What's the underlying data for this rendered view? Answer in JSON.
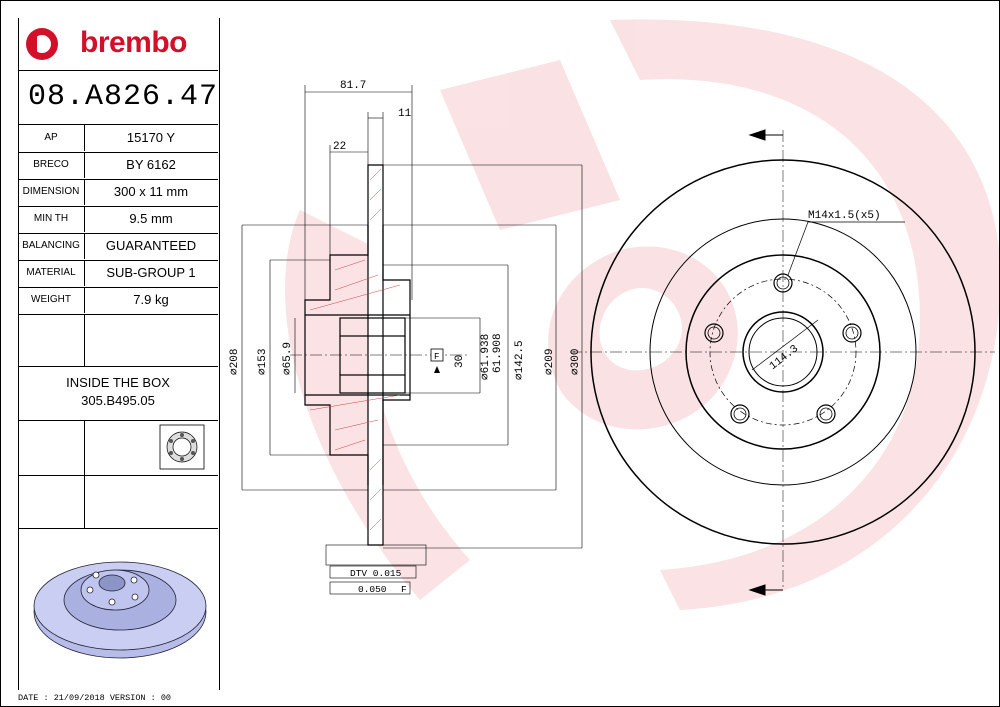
{
  "brand": {
    "name": "brembo",
    "color": "#d2102a"
  },
  "part_number": "08.A826.47",
  "specs": [
    {
      "key": "AP",
      "value": "15170 Y"
    },
    {
      "key": "BRECO",
      "value": "BY 6162"
    },
    {
      "key": "DIMENSION",
      "value": "300 x 11 mm"
    },
    {
      "key": "MIN TH",
      "value": "9.5 mm"
    },
    {
      "key": "BALANCING",
      "value": "GUARANTEED"
    },
    {
      "key": "MATERIAL",
      "value": "SUB-GROUP 1"
    },
    {
      "key": "WEIGHT",
      "value": "7.9 kg"
    }
  ],
  "inside_box": {
    "line1": "INSIDE THE BOX",
    "line2": "305.B495.05"
  },
  "footer": "DATE : 21/09/2018 VERSION : 00",
  "dimensions": {
    "overall_width": "81.7",
    "thickness": "11",
    "hat_offset": "22",
    "d208": "∅208",
    "d153": "∅153",
    "d659": "∅65.9",
    "bearing_hi": "∅61.938",
    "bearing_lo": "61.908",
    "d1425": "∅142.5",
    "d209": "∅209",
    "d300": "∅300",
    "tol_30": "30",
    "datum_f": "F",
    "bolt": "M14x1.5(x5)",
    "pcd": "114.3",
    "dtv_label": "DTV 0.015",
    "runout_val": "0.050",
    "runout_ref": "F"
  }
}
